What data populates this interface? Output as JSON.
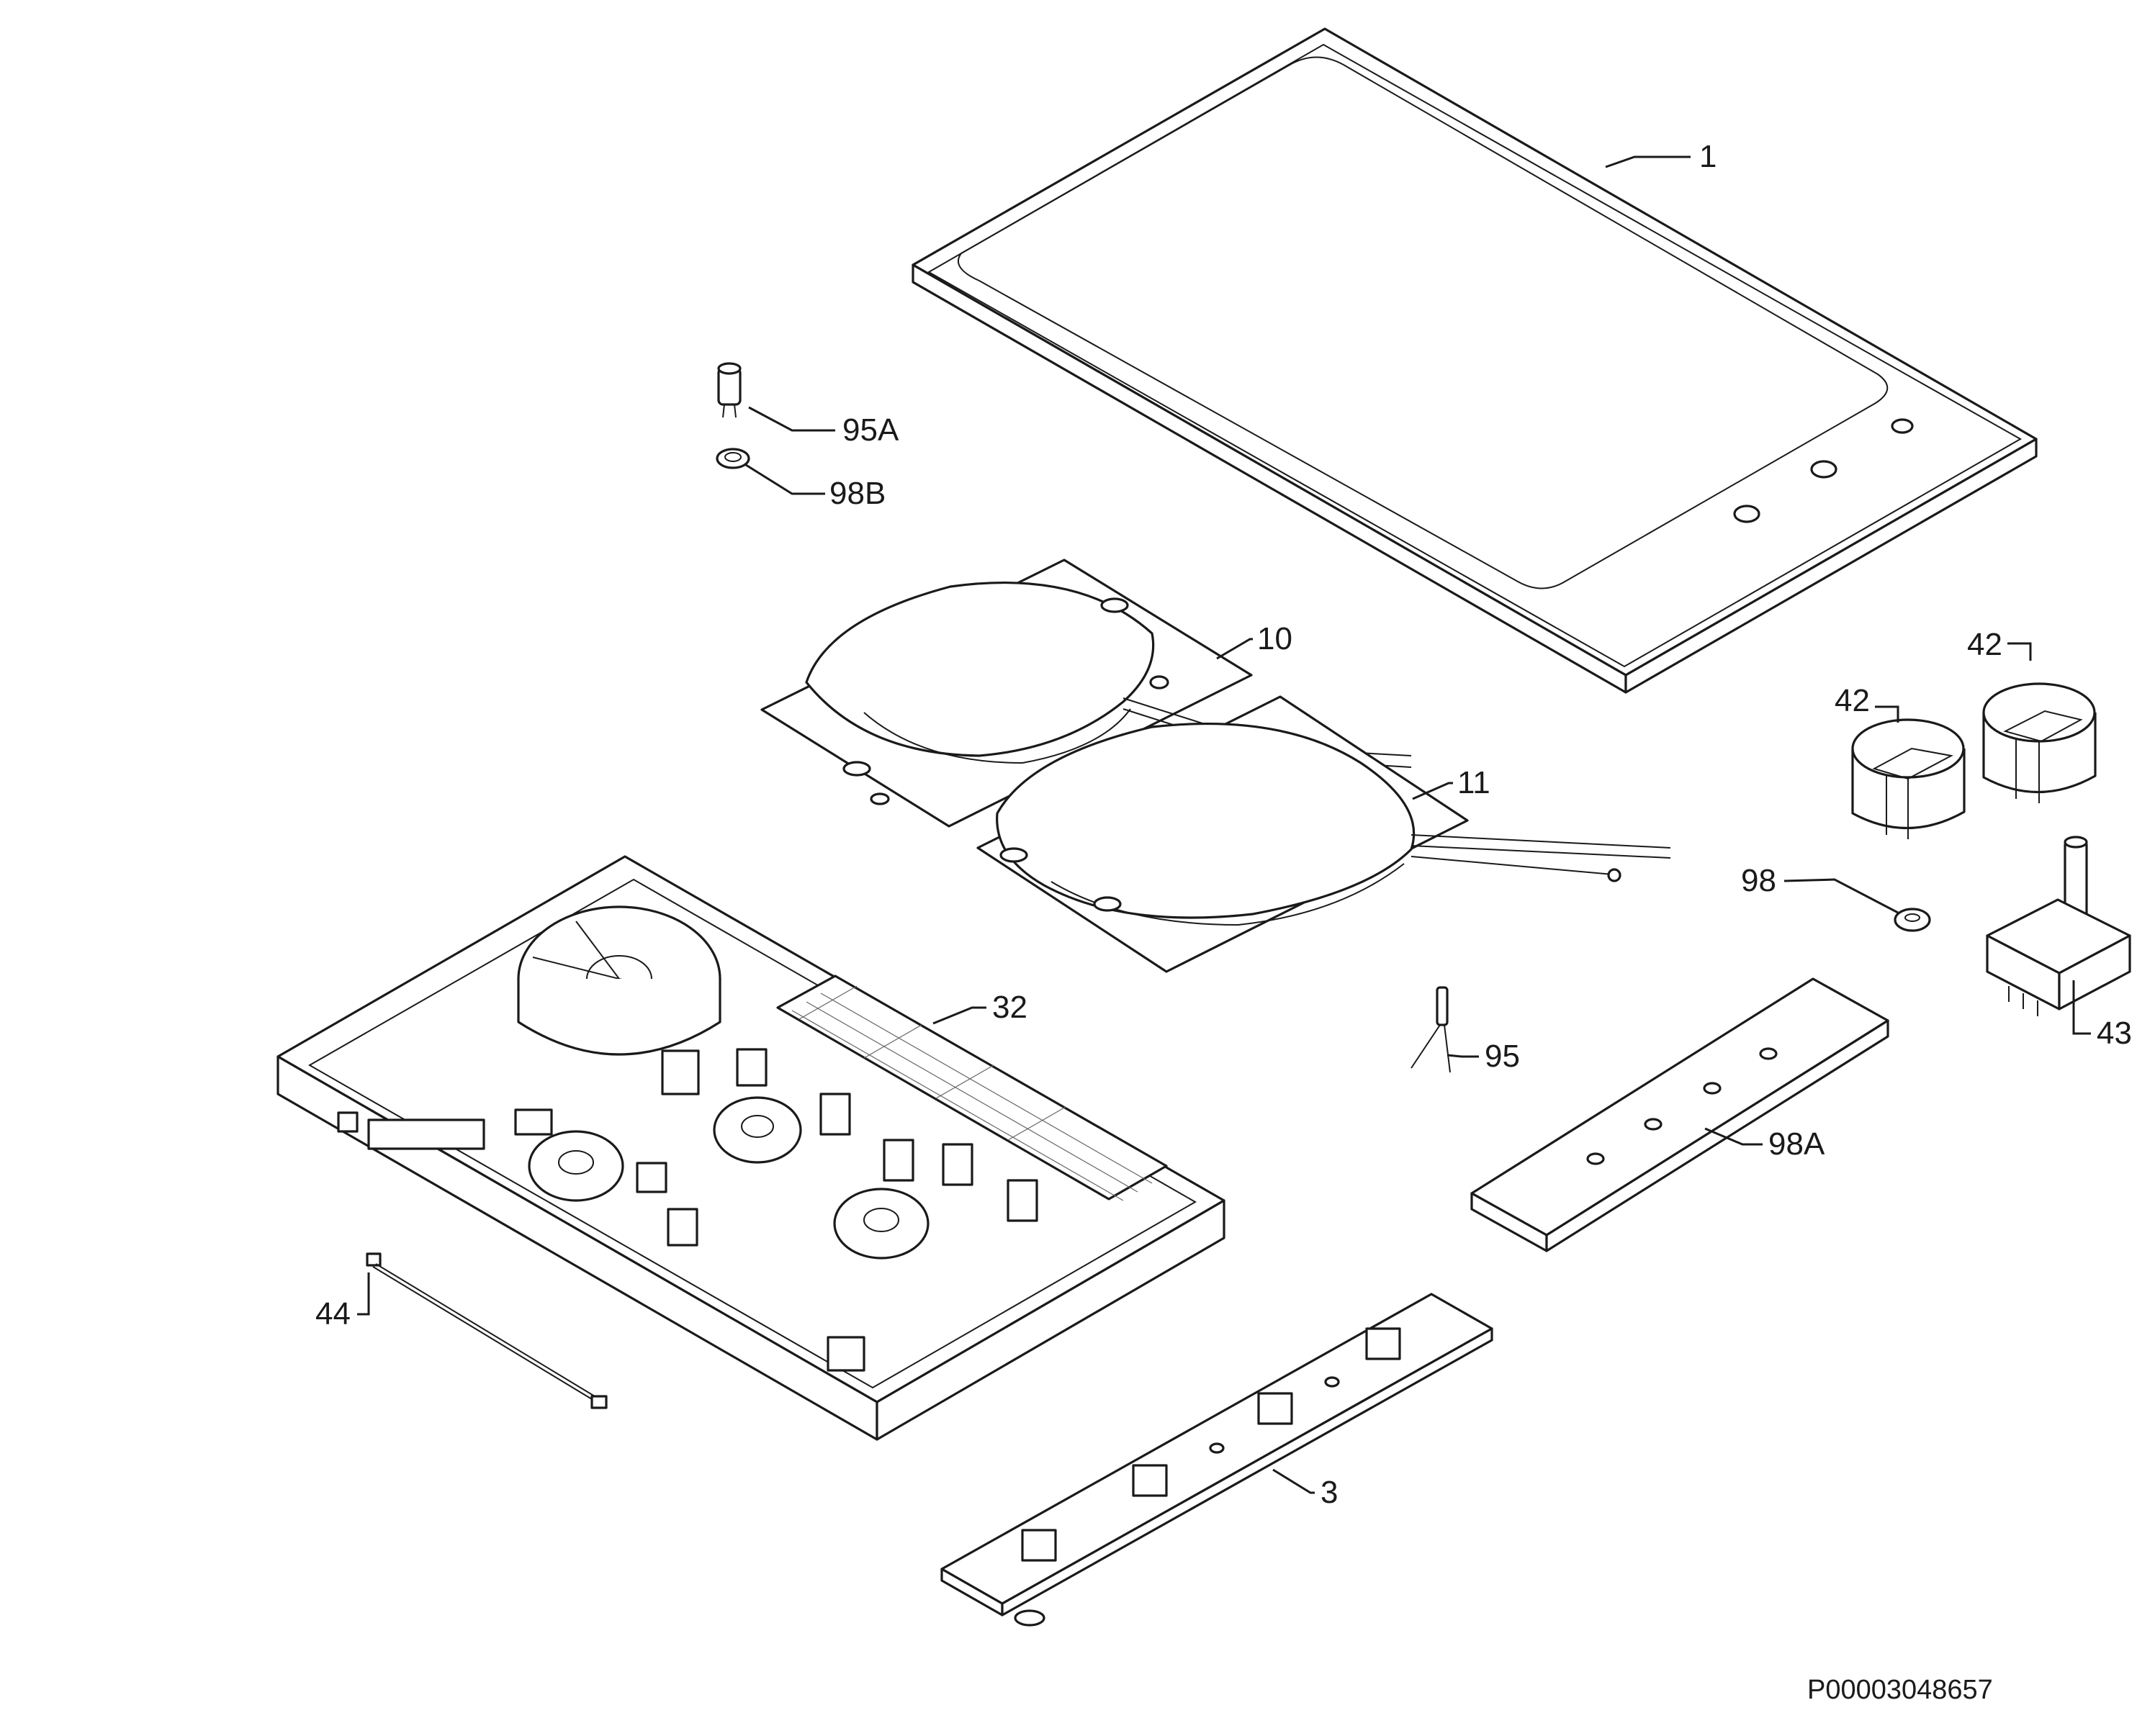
{
  "labels": {
    "p1": "1",
    "p95a": "95A",
    "p98b": "98B",
    "p10": "10",
    "p11": "11",
    "p42a": "42",
    "p42b": "42",
    "p98": "98",
    "p43": "43",
    "p32": "32",
    "p95": "95",
    "p98a": "98A",
    "p44": "44",
    "p3": "3"
  },
  "document_id": "P00003048657"
}
